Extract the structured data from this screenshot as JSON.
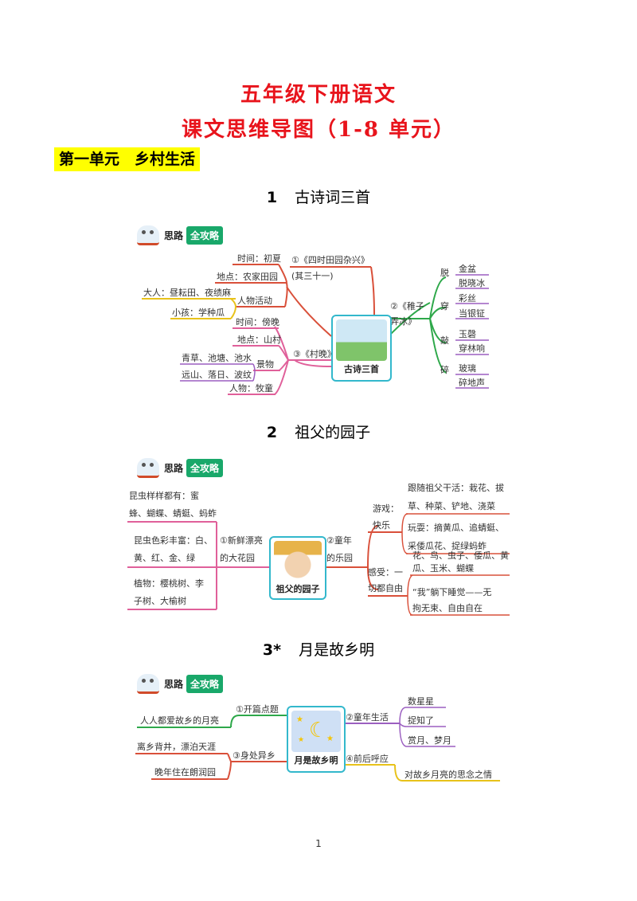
{
  "header": {
    "title_line1": "五年级下册语文",
    "title_line2": "课文思维导图（1-8 单元）"
  },
  "unit_heading": "第一单元　乡村生活",
  "badge": {
    "part1": "思路",
    "part2": "全攻略"
  },
  "lessons": [
    {
      "number": "1",
      "title": "古诗词三首",
      "center": "古诗三首",
      "nodes": {
        "poem1": "①《四时田园杂兴》",
        "poem1_sub": "(其三十一)",
        "time1": "时间：初夏",
        "place1": "地点：农家田园",
        "people_act": "人物活动",
        "adults": "大人：昼耘田、夜绩麻",
        "kids": "小孩：学种瓜",
        "poem2": "②《稚子",
        "poem2_b": "弄冰》",
        "tuo": "脱",
        "chuan": "穿",
        "qiao": "敲",
        "sui": "碎",
        "jinpen": "金盆",
        "tuoxiaobing": "脱晓冰",
        "caisi": "彩丝",
        "dangyinzheng": "当银钲",
        "yuqing": "玉磬",
        "chuanlinxiang": "穿林响",
        "boli": "玻璃",
        "suidisheng": "碎地声",
        "time2": "时间：傍晚",
        "place2": "地点：山村",
        "poem3": "③《村晚》",
        "scenery": "景物",
        "scenery1": "青草、池塘、池水",
        "scenery2": "远山、落日、波纹",
        "person2": "人物：牧童"
      }
    },
    {
      "number": "2",
      "title": "祖父的园子",
      "center": "祖父的园子",
      "nodes": {
        "insects1a": "昆虫样样都有：蜜",
        "insects1b": "蜂、蝴蝶、蜻蜓、蚂蚱",
        "insects2a": "昆虫色彩丰富：白、",
        "insects2b": "黄、红、金、绿",
        "plants_a": "植物：樱桃树、李",
        "plants_b": "子树、大榆树",
        "garden_a": "①新鲜漂亮",
        "garden_b": "的大花园",
        "child_a": "②童年",
        "child_b": "的乐园",
        "game_a": "游戏：",
        "game_b": "快乐",
        "follow_a": "跟随祖父干活：栽花、拔",
        "follow_b": "草、种菜、铲地、浇菜",
        "play_a": "玩耍：摘黄瓜、追蜻蜓、",
        "play_b": "采倭瓜花、捉绿蚂蚱",
        "feel_a": "感受：一",
        "feel_b": "切都自由",
        "free1a": "花、鸟、虫子、倭瓜、黄",
        "free1b": "瓜、玉米、蝴蝶",
        "free2a": "“我”躺下睡觉——无",
        "free2b": "拘无束、自由自在"
      }
    },
    {
      "number": "3*",
      "title": "月是故乡明",
      "center": "月是故乡明",
      "nodes": {
        "open": "①开篇点题",
        "love": "人人都爱故乡的月亮",
        "away": "③身处异乡",
        "leave": "离乡背井，漂泊天涯",
        "late": "晚年住在朗润园",
        "childhood": "②童年生活",
        "c1": "数星星",
        "c2": "捉知了",
        "c3": "赏月、梦月",
        "echo": "④前后呼应",
        "miss": "对故乡月亮的思念之情"
      }
    }
  ],
  "page_number": "1",
  "colors": {
    "title": "#e8141c",
    "highlight": "#ffff00",
    "branch_red": "#d9503a",
    "branch_green": "#2ea84a",
    "branch_pink": "#e0609a",
    "branch_purple": "#9b5fc0",
    "branch_yellow": "#e8c21a",
    "center_border": "#33b8cc"
  }
}
